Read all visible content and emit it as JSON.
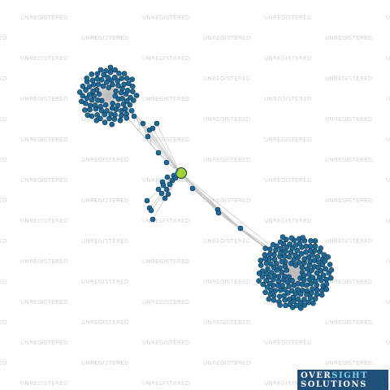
{
  "watermark": {
    "text": "UNREGISTERED",
    "color": "#d6d6d6"
  },
  "logo": {
    "word1": "OVER",
    "word1_accent": "SIGHT",
    "word2": "SOLUTIONS",
    "background": "#1f4e79",
    "accent": "#7fd3e6"
  },
  "graph": {
    "node_color": "#1b6a9a",
    "node_stroke": "#0d2f46",
    "edge_color": "#bdbdbd",
    "focus_node_color": "#a4d233",
    "cluster_fill": "#a6a6a6",
    "clusters": [
      {
        "name": "top-left-cluster",
        "node_count": 95
      },
      {
        "name": "bottom-right-cluster",
        "node_count": 180
      }
    ]
  }
}
